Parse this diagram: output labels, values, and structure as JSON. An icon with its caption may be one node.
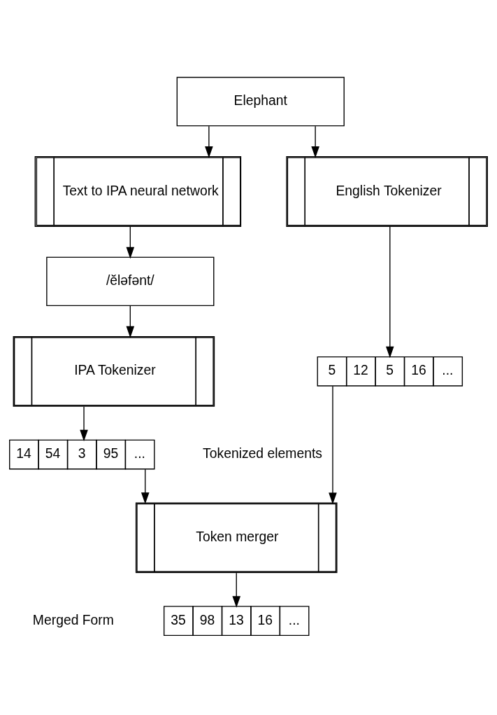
{
  "diagram": {
    "nodes": [
      {
        "text": [
          "Elephant"
        ]
      },
      {
        "text": [
          "Text to IPA neural network"
        ]
      },
      {
        "text": [
          "/ĕləfənt/"
        ]
      },
      {
        "text": [
          "IPA Tokenizer"
        ]
      },
      {
        "text": [
          "English Tokenizer"
        ]
      },
      {
        "text": [
          "14",
          "54",
          "3",
          "95",
          "..."
        ],
        "beside": [
          "Tokenized elements"
        ]
      },
      {
        "text": [
          "5",
          "12",
          "5",
          "16",
          "..."
        ]
      },
      {
        "text": [
          "Token merger"
        ]
      },
      {
        "text": [
          "35",
          "98",
          "13",
          "16",
          "..."
        ],
        "beside": [
          "Merged Form"
        ]
      }
    ],
    "edges": [
      {
        "from": 0,
        "to": 1,
        "arrow": "to"
      },
      {
        "from": 0,
        "to": 4,
        "arrow": "to"
      },
      {
        "from": 1,
        "to": 2,
        "arrow": "to"
      },
      {
        "from": 2,
        "to": 3,
        "arrow": "to"
      },
      {
        "from": 3,
        "to": 5,
        "arrow": "to"
      },
      {
        "from": 4,
        "to": 6,
        "arrow": "to"
      },
      {
        "from": 5,
        "to": 7,
        "arrow": "to"
      },
      {
        "from": 6,
        "to": 7,
        "arrow": "to"
      },
      {
        "from": 7,
        "to": 8,
        "arrow": "to"
      }
    ]
  }
}
